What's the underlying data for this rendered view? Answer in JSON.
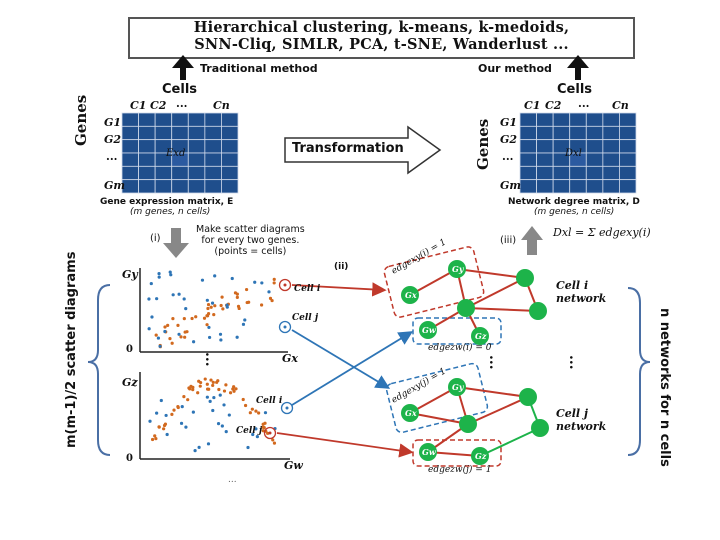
{
  "header": {
    "line1": "Hierarchical clustering, k-means, k-medoids,",
    "line2": "SNN-Cliq, SIMLR, PCA, t-SNE, Wanderlust ..."
  },
  "traditional_label": "Traditional method",
  "our_label": "Our method",
  "cells_left": "Cells",
  "cells_right": "Cells",
  "col_labels": [
    "C1",
    "C2",
    "...",
    "Cn"
  ],
  "row_labels": [
    "G1",
    "G2",
    "...",
    "Gm"
  ],
  "genes_label": "Genes",
  "cell_left": "Exd",
  "cell_right": "Dxl",
  "transformation": "Transformation",
  "matrix_left": {
    "title": "Gene expression matrix, E",
    "sub": "(m genes, n cells)"
  },
  "matrix_right": {
    "title": "Network degree matrix, D",
    "sub": "(m genes, n cells)"
  },
  "step_i": "(i)",
  "step_i_text": [
    "Make scatter diagrams",
    "for every two genes.",
    "(points = cells)"
  ],
  "step_ii": "(ii)",
  "step_iii": "(iii)",
  "formula": "Dxl = Σ edgexy(i)",
  "scatter_side_label": "m(m-1)/2 scatter diagrams",
  "network_side_label": "n networks for n cells",
  "scatter_axes": {
    "top_y": "Gy",
    "top_x": "Gx",
    "bottom_y": "Gz",
    "bottom_x": "Gw",
    "zero": "0"
  },
  "scatter_cells": {
    "top_i": "Cell i",
    "top_j": "Cell j",
    "bottom_i": "Cell i",
    "bottom_j": "Cell j"
  },
  "network_labels": {
    "cell_i": "Cell i",
    "cell_j": "Cell j",
    "network": "network"
  },
  "edge_labels": [
    "edgexy(i) = 1",
    "edgezw(i) = 0",
    "edgexy(j) = 1",
    "edgezw(j) = 1"
  ],
  "node_labels": [
    "Gy",
    "Gx",
    "Gw",
    "Gz"
  ],
  "ellipsis": "...",
  "colors": {
    "orange": "#d2691e",
    "blue": "#2e75b6",
    "red": "#c0392b",
    "green": "#1db34a",
    "grid": "#1f4e8c"
  }
}
